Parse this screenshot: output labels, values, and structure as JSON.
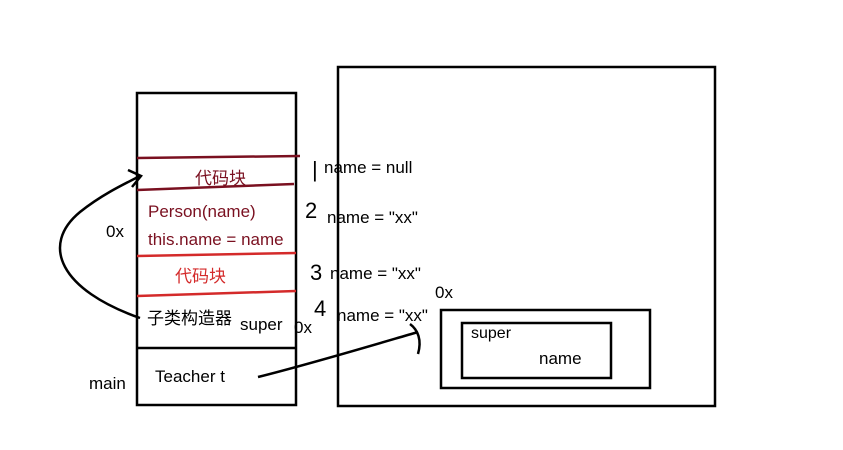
{
  "colors": {
    "ink": "#000000",
    "dark_red": "#7a1020",
    "red": "#d42a2a"
  },
  "stack": {
    "code_block_top": "代码块",
    "person_constructor": "Person(name)",
    "this_assign": "this.name = name",
    "code_block_bottom": "代码块",
    "subclass_constructor": "子类构造器",
    "super_label": "super",
    "teacher_var": "Teacher t",
    "main_label": "main",
    "addr_left": "0x",
    "addr_super": "0x"
  },
  "steps": {
    "step1_mark": "|",
    "step1_text": "name = null",
    "step2_mark": "2",
    "step2_text": "name = \"xx\"",
    "step3_mark": "3",
    "step3_text": "name = \"xx\"",
    "step4_mark": "4",
    "step4_text": "name = \"xx\""
  },
  "heap": {
    "addr_label": "0x",
    "super_label": "super",
    "name_label": "name"
  }
}
